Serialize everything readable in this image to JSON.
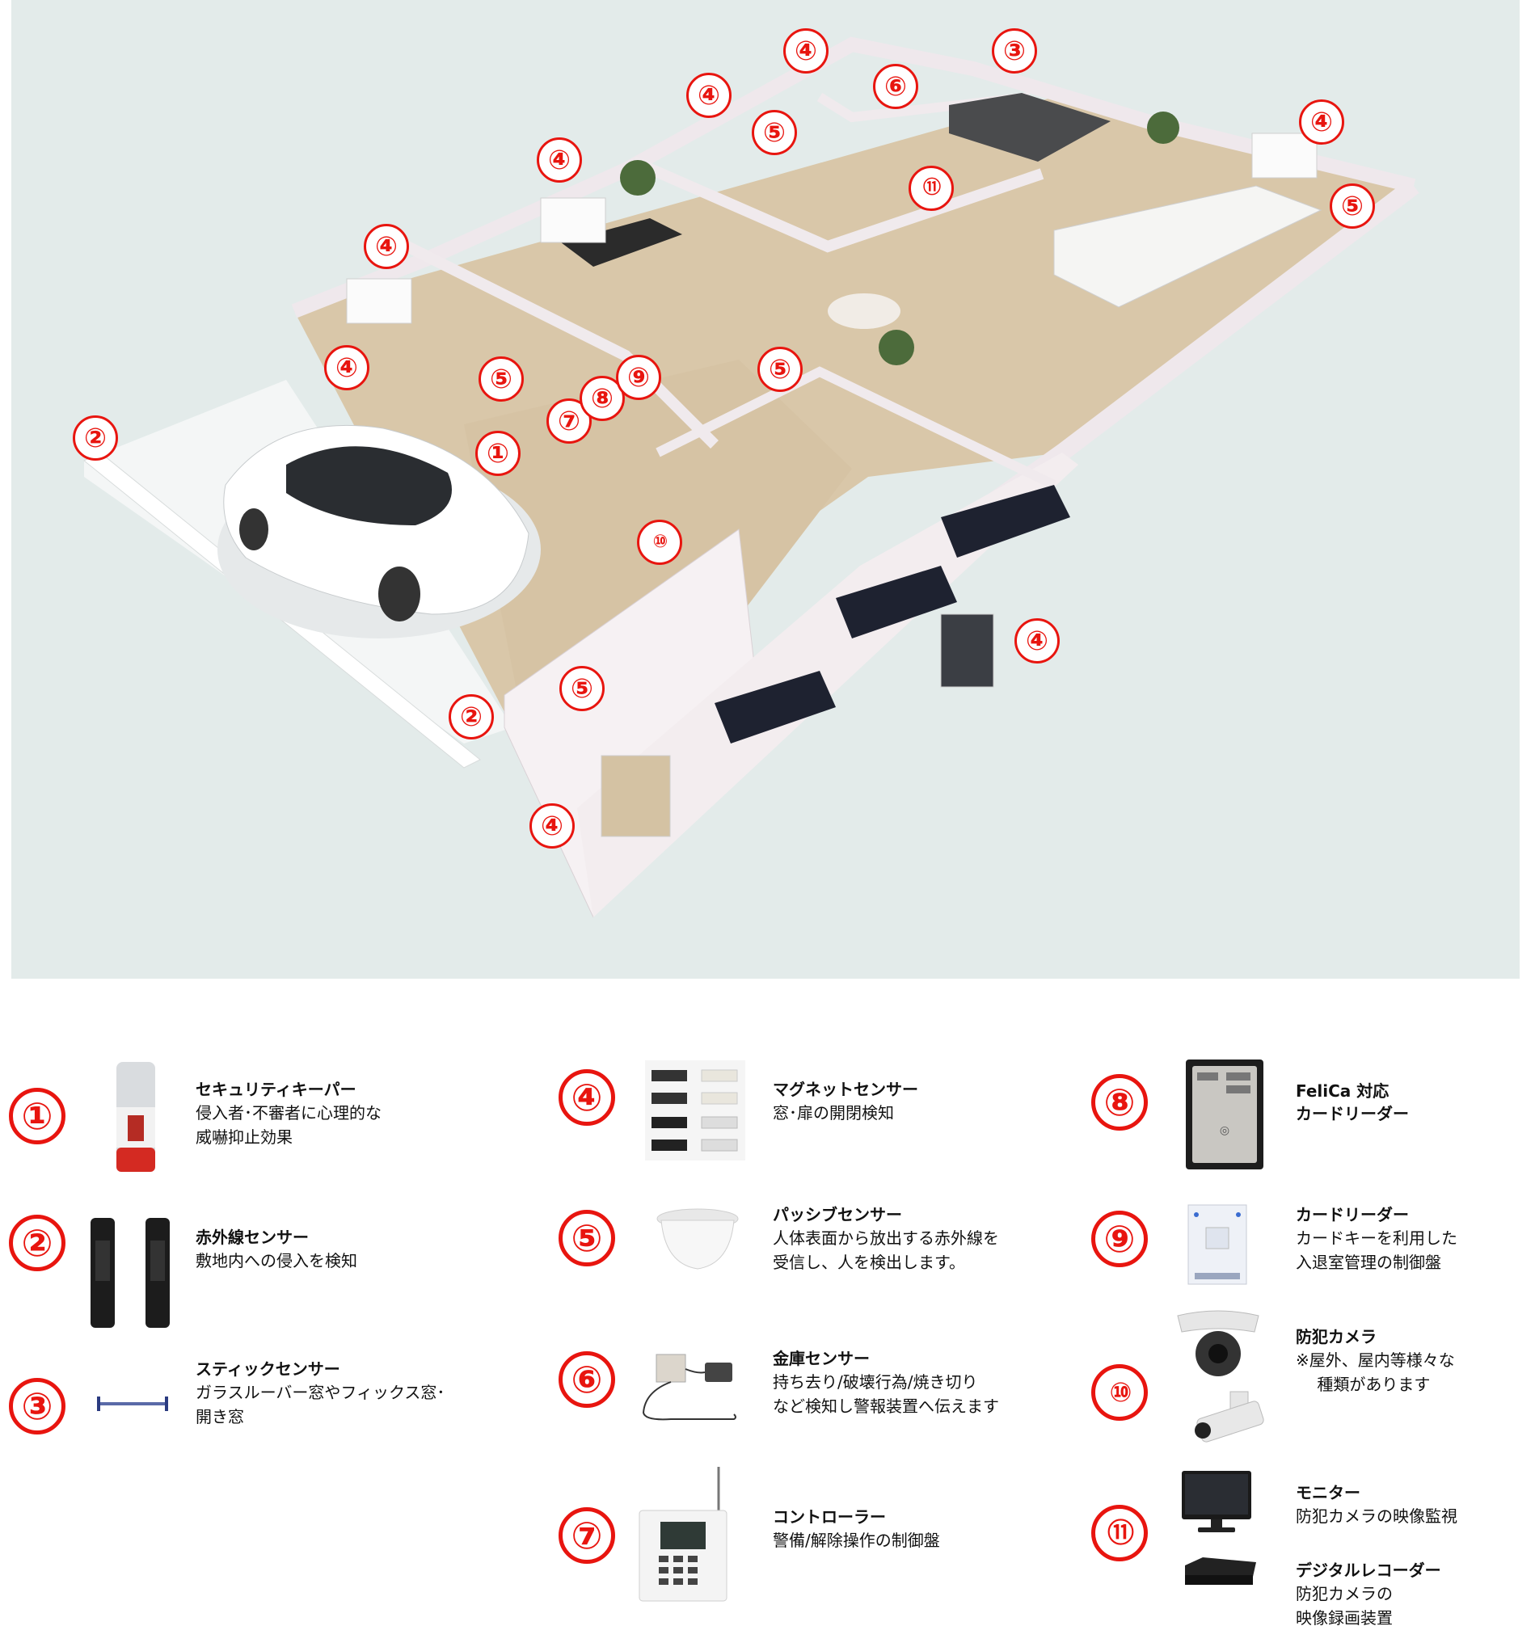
{
  "floor_markers": [
    {
      "label": "①"
    },
    {
      "label": "②"
    },
    {
      "label": "②"
    },
    {
      "label": "③"
    },
    {
      "label": "④"
    },
    {
      "label": "④"
    },
    {
      "label": "④"
    },
    {
      "label": "④"
    },
    {
      "label": "④"
    },
    {
      "label": "④"
    },
    {
      "label": "④"
    },
    {
      "label": "④"
    },
    {
      "label": "⑤"
    },
    {
      "label": "⑤"
    },
    {
      "label": "⑤"
    },
    {
      "label": "⑤"
    },
    {
      "label": "⑤"
    },
    {
      "label": "⑥"
    },
    {
      "label": "⑦"
    },
    {
      "label": "⑧"
    },
    {
      "label": "⑨"
    },
    {
      "label": "⑩"
    },
    {
      "label": "⑪"
    }
  ],
  "legend": [
    {
      "num": "①",
      "title": "セキュリティキーパー",
      "desc": [
        "侵入者･不審者に心理的な",
        "威嚇抑止効果"
      ],
      "icon": "keeper-icon"
    },
    {
      "num": "②",
      "title": "赤外線センサー",
      "desc": [
        "敷地内への侵入を検知"
      ],
      "icon": "infrared-sensor-icon"
    },
    {
      "num": "③",
      "title": "スティックセンサー",
      "desc": [
        "ガラスルーバー窓やフィックス窓･",
        "開き窓"
      ],
      "icon": "stick-sensor-icon"
    },
    {
      "num": "④",
      "title": "マグネットセンサー",
      "desc": [
        "窓･扉の開閉検知"
      ],
      "icon": "magnet-sensor-icon"
    },
    {
      "num": "⑤",
      "title": "パッシブセンサー",
      "desc": [
        "人体表面から放出する赤外線を",
        "受信し、人を検出します。"
      ],
      "icon": "passive-sensor-icon"
    },
    {
      "num": "⑥",
      "title": "金庫センサー",
      "desc": [
        "持ち去り/破壊行為/焼き切り",
        "など検知し警報装置へ伝えます"
      ],
      "icon": "safe-sensor-icon"
    },
    {
      "num": "⑦",
      "title": "コントローラー",
      "desc": [
        "警備/解除操作の制御盤"
      ],
      "icon": "controller-icon"
    },
    {
      "num": "⑧",
      "title": "FeliCa 対応\nカードリーダー",
      "desc": [],
      "icon": "felica-reader-icon"
    },
    {
      "num": "⑨",
      "title": "カードリーダー",
      "desc": [
        "カードキーを利用した",
        "入退室管理の制御盤"
      ],
      "icon": "card-reader-icon"
    },
    {
      "num": "⑩",
      "title": "防犯カメラ",
      "desc": [
        "※屋外、屋内等様々な",
        "　 種類があります"
      ],
      "icon": "security-camera-icon"
    },
    {
      "num": "⑪",
      "title": "モニター",
      "desc": [
        "防犯カメラの映像監視"
      ],
      "icon": "monitor-icon"
    },
    {
      "num": "",
      "title": "デジタルレコーダー",
      "desc": [
        "防犯カメラの",
        "映像録画装置"
      ],
      "icon": "recorder-icon"
    }
  ],
  "colors": {
    "accent": "#e8150f",
    "background": "#e3ebea",
    "wall": "#f3eef0",
    "floor": "#d9c6a8"
  }
}
